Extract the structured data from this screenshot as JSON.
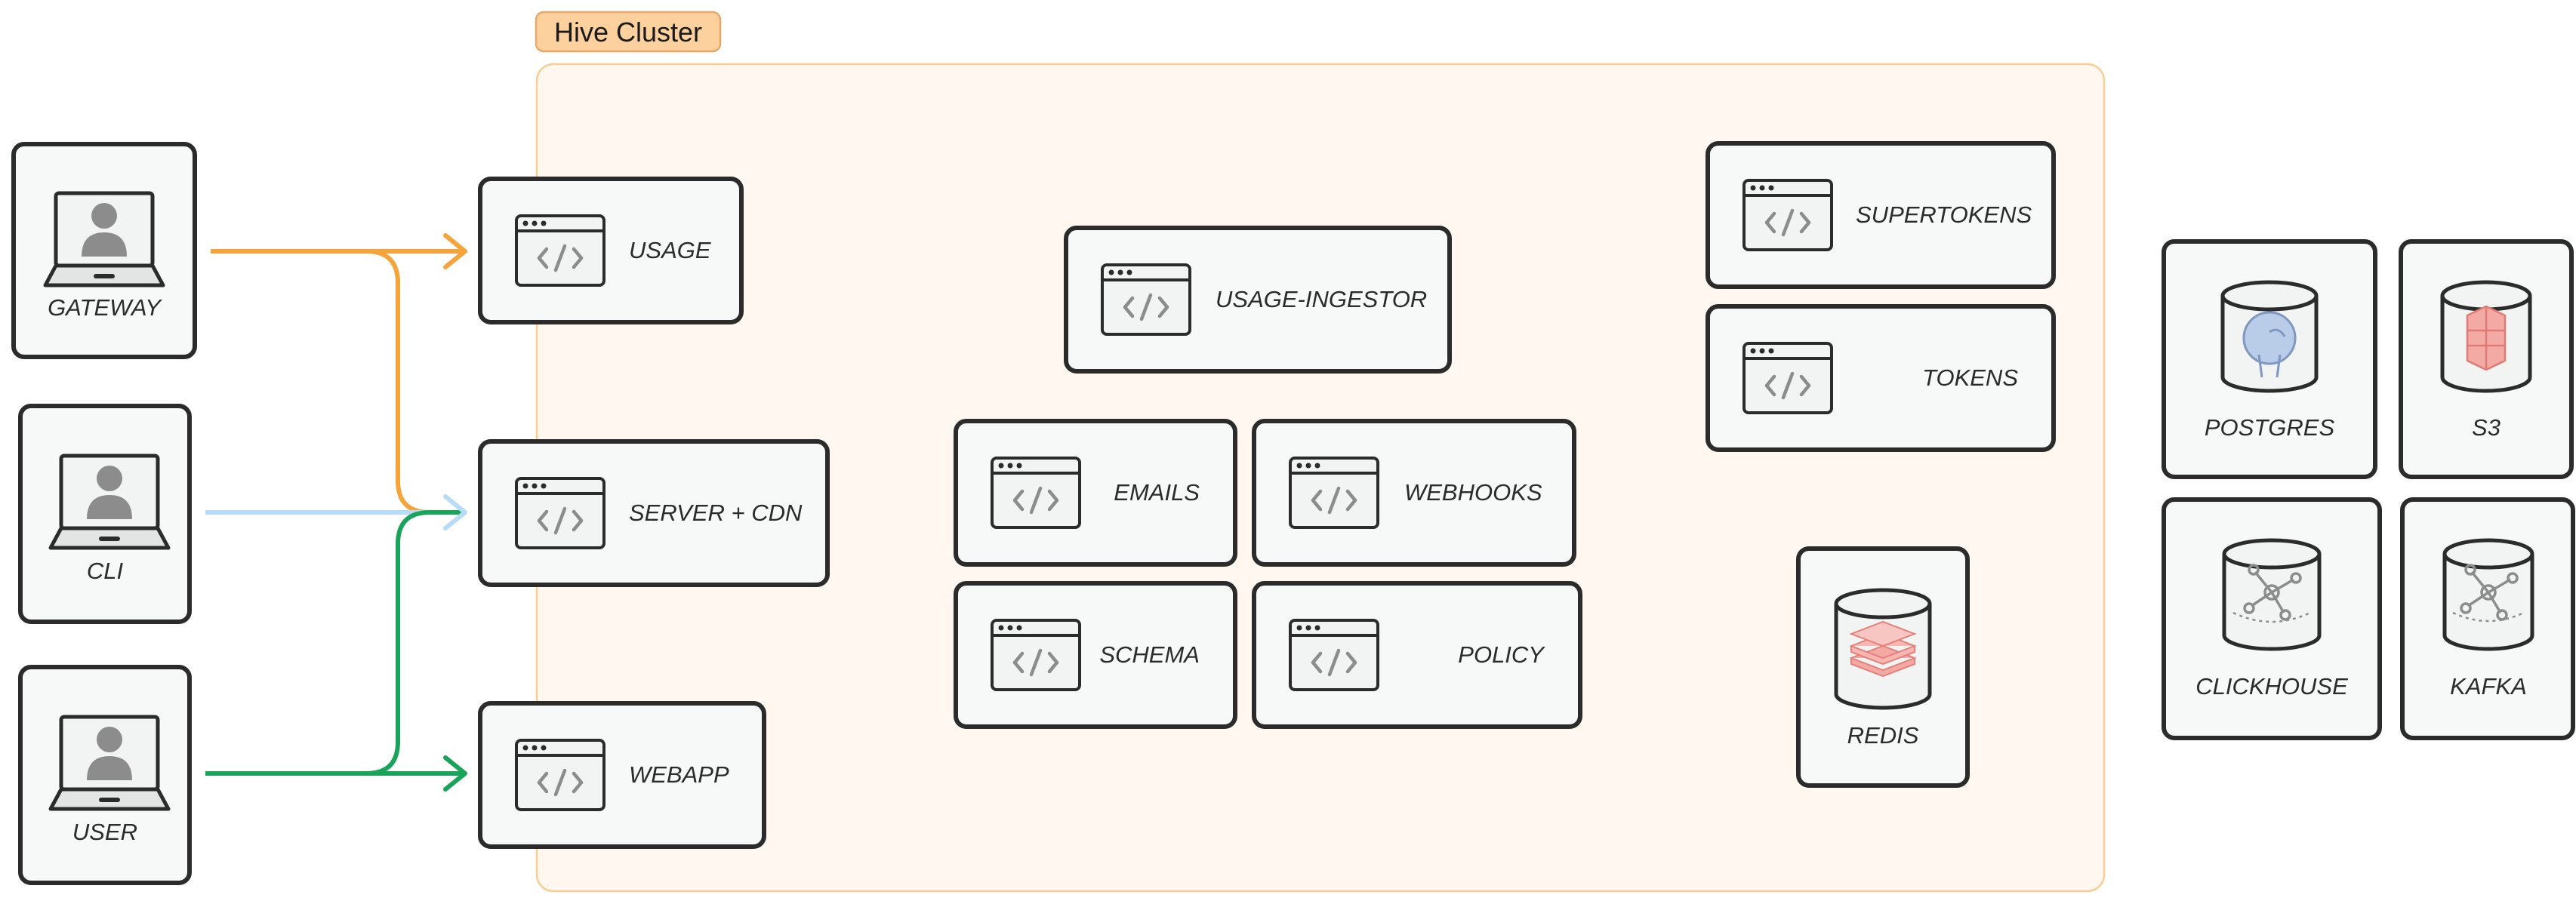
{
  "cluster": {
    "title": "Hive Cluster",
    "fill": "#fff7f0",
    "border": "#f6cf95",
    "title_fill": "#fdd19d",
    "title_border": "#e9a867"
  },
  "clients": [
    {
      "id": "gateway",
      "label": "GATEWAY",
      "icon": "laptop-user-icon"
    },
    {
      "id": "cli",
      "label": "CLI",
      "icon": "laptop-user-icon"
    },
    {
      "id": "user",
      "label": "USER",
      "icon": "laptop-user-icon"
    }
  ],
  "services": [
    {
      "id": "usage",
      "label": "USAGE",
      "icon": "code-window-icon"
    },
    {
      "id": "server-cdn",
      "label": "SERVER + CDN",
      "icon": "code-window-icon"
    },
    {
      "id": "webapp",
      "label": "WEBAPP",
      "icon": "code-window-icon"
    },
    {
      "id": "usage-ingestor",
      "label": "USAGE-INGESTOR",
      "icon": "code-window-icon"
    },
    {
      "id": "emails",
      "label": "EMAILS",
      "icon": "code-window-icon"
    },
    {
      "id": "webhooks",
      "label": "WEBHOOKS",
      "icon": "code-window-icon"
    },
    {
      "id": "schema",
      "label": "SCHEMA",
      "icon": "code-window-icon"
    },
    {
      "id": "policy",
      "label": "POLICY",
      "icon": "code-window-icon"
    },
    {
      "id": "supertokens",
      "label": "SUPERTOKENS",
      "icon": "code-window-icon"
    },
    {
      "id": "tokens",
      "label": "TOKENS",
      "icon": "code-window-icon"
    }
  ],
  "stores": [
    {
      "id": "redis",
      "label": "REDIS",
      "icon": "redis-icon"
    },
    {
      "id": "postgres",
      "label": "POSTGRES",
      "icon": "postgres-icon"
    },
    {
      "id": "s3",
      "label": "S3",
      "icon": "s3-icon"
    },
    {
      "id": "clickhouse",
      "label": "CLICKHOUSE",
      "icon": "clickhouse-icon"
    },
    {
      "id": "kafka",
      "label": "KAFKA",
      "icon": "kafka-icon"
    }
  ],
  "connections": [
    {
      "from": "gateway",
      "to": "usage",
      "color": "#f6a33a"
    },
    {
      "from": "gateway",
      "to": "server-cdn",
      "color": "#f6a33a"
    },
    {
      "from": "cli",
      "to": "server-cdn",
      "color": "#b8dcf5"
    },
    {
      "from": "user",
      "to": "server-cdn",
      "color": "#1aa45a"
    },
    {
      "from": "user",
      "to": "webapp",
      "color": "#1aa45a"
    }
  ]
}
